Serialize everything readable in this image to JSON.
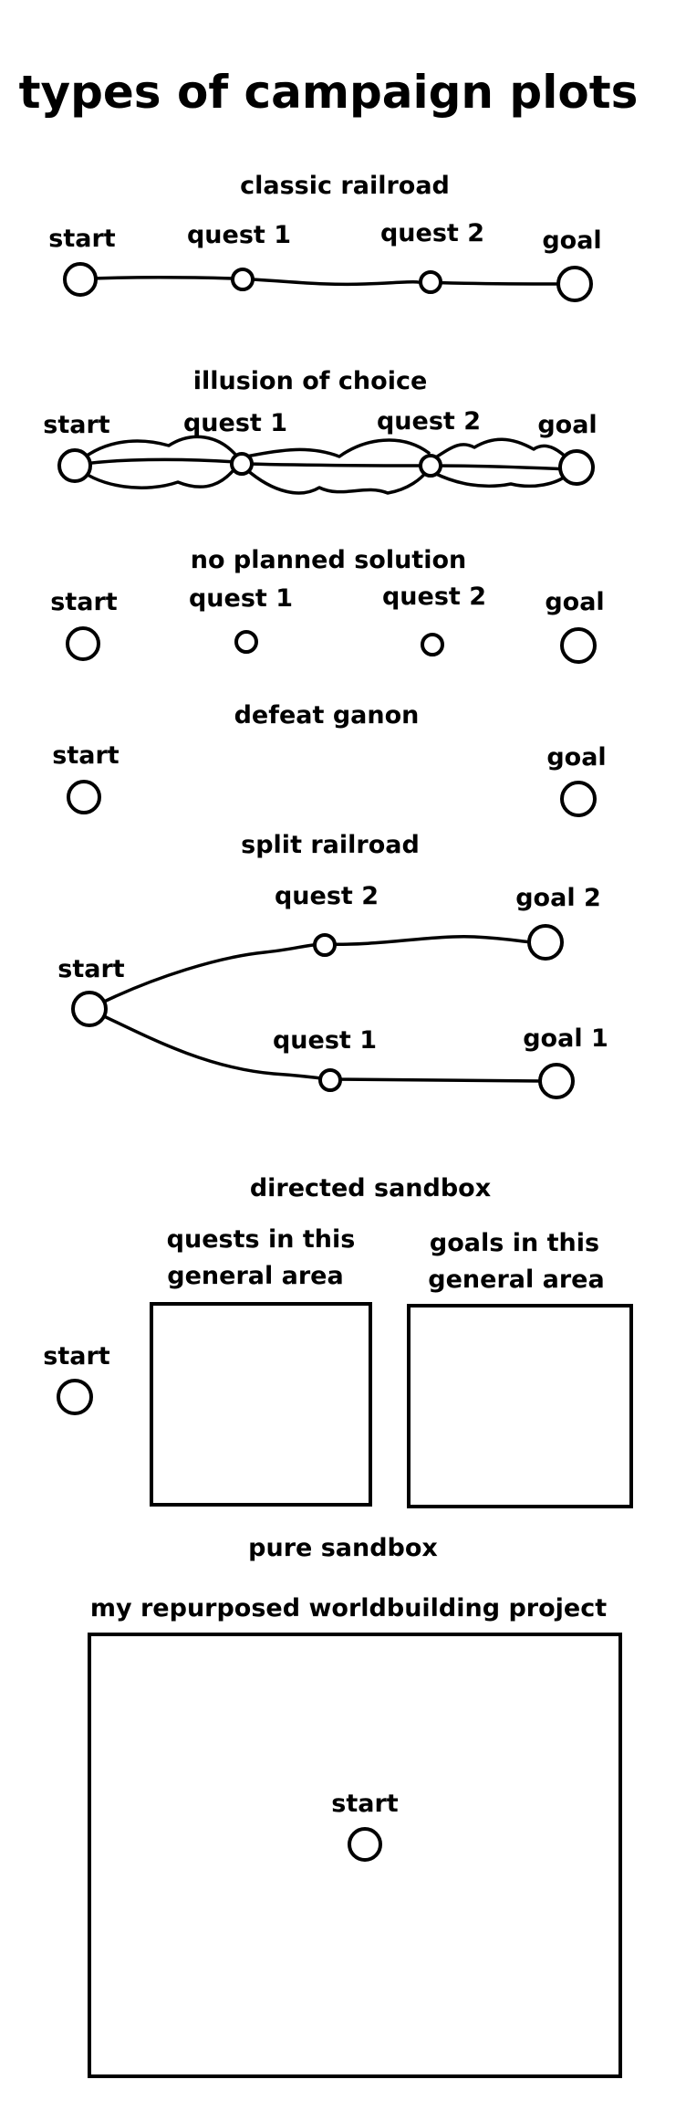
{
  "title": "types of campaign plots",
  "colors": {
    "ink": "#000000",
    "background": "#ffffff"
  },
  "sections": {
    "classic_railroad": {
      "title": "classic railroad",
      "labels": {
        "start": "start",
        "quest1": "quest 1",
        "quest2": "quest 2",
        "goal": "goal"
      }
    },
    "illusion_of_choice": {
      "title": "illusion of choice",
      "labels": {
        "start": "start",
        "quest1": "quest 1",
        "quest2": "quest 2",
        "goal": "goal"
      }
    },
    "no_planned_solution": {
      "title": "no planned solution",
      "labels": {
        "start": "start",
        "quest1": "quest 1",
        "quest2": "quest 2",
        "goal": "goal"
      }
    },
    "defeat_ganon": {
      "title": "defeat ganon",
      "labels": {
        "start": "start",
        "goal": "goal"
      }
    },
    "split_railroad": {
      "title": "split railroad",
      "labels": {
        "start": "start",
        "quest2": "quest 2",
        "goal2": "goal 2",
        "quest1": "quest 1",
        "goal1": "goal 1"
      }
    },
    "directed_sandbox": {
      "title": "directed sandbox",
      "labels": {
        "quests_line1": "quests in this",
        "quests_line2": "general area",
        "goals_line1": "goals in this",
        "goals_line2": "general area",
        "start": "start"
      }
    },
    "pure_sandbox": {
      "title": "pure sandbox",
      "subtitle": "my repurposed worldbuilding project",
      "labels": {
        "start": "start"
      }
    }
  }
}
